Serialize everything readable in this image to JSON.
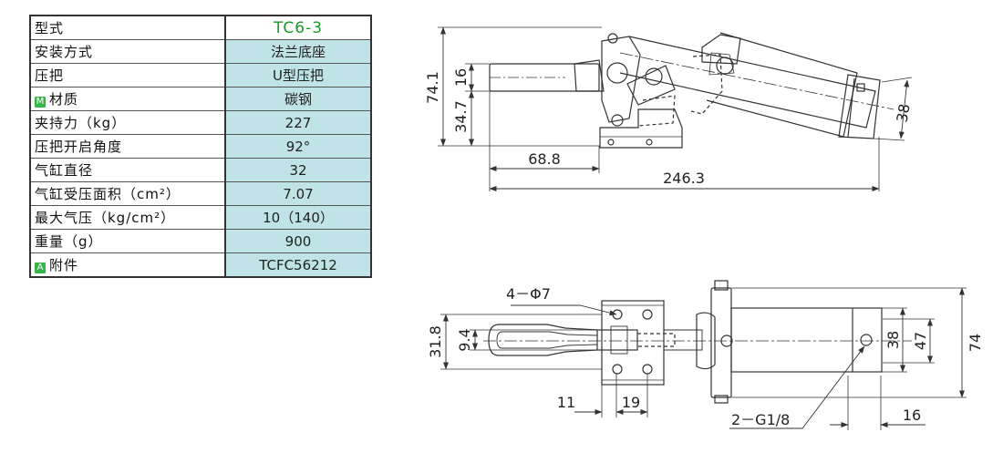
{
  "model": "TC6-3",
  "specs": [
    {
      "label": "型式",
      "value": "TC6-3"
    },
    {
      "label": "安装方式",
      "value": "法兰底座"
    },
    {
      "label": "压把",
      "value": "U型压把"
    },
    {
      "label": "材质",
      "value": "碳钢",
      "badge": "M"
    },
    {
      "label": "夹持力（kg）",
      "value": "227"
    },
    {
      "label": "压把开启角度",
      "value": "92°"
    },
    {
      "label": "气缸直径",
      "value": "32"
    },
    {
      "label": "气缸受压面积（cm²）",
      "value": "7.07"
    },
    {
      "label": "最大气压（kg/cm²）",
      "value": "10（140）"
    },
    {
      "label": "重量（g）",
      "value": "900"
    },
    {
      "label": "附件",
      "value": "TCFC56212",
      "badge": "A"
    }
  ],
  "colors": {
    "model_text": "#1a9a2a",
    "value_bg": "#bfe3e6",
    "badge": "#38b54a",
    "line": "#333333"
  },
  "side_view": {
    "dim_74_1": "74.1",
    "dim_16": "16",
    "dim_34_7": "34.7",
    "dim_68_8": "68.8",
    "dim_246_3": "246.3",
    "dim_38": "38"
  },
  "top_view": {
    "holes": "4－Φ7",
    "dim_31_8": "31.8",
    "dim_9_4": "9.4",
    "dim_11": "11",
    "dim_19": "19",
    "port": "2－G1/8",
    "dim_16": "16",
    "dim_38": "38",
    "dim_47": "47",
    "dim_74": "74"
  }
}
